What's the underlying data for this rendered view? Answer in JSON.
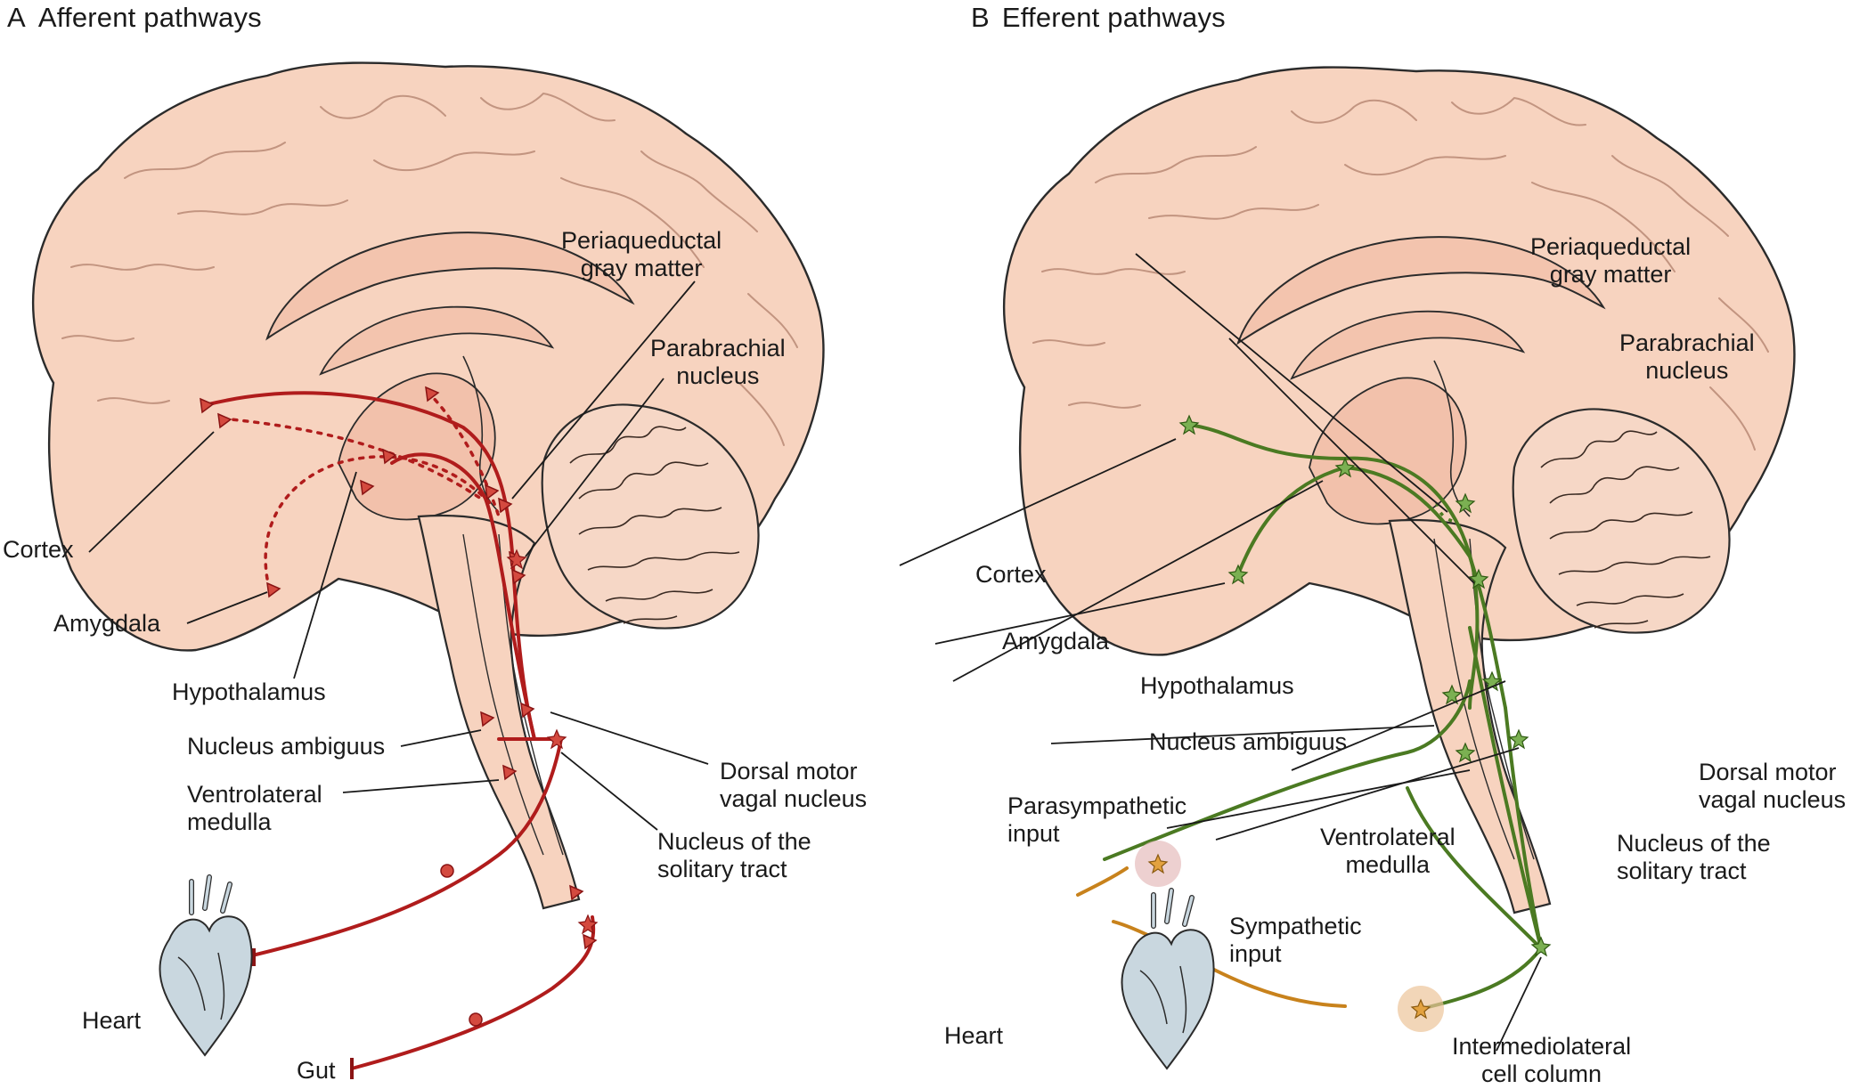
{
  "colors": {
    "brain_fill": "#f7d3bf",
    "brain_stroke": "#2b2b2b",
    "afferent": "#b01c1c",
    "efferent": "#4b7a22",
    "autonomic": "#c8821c",
    "heart_fill": "#c9d7df"
  },
  "panels": {
    "A": {
      "letter": "A",
      "title": "Afferent pathways",
      "labels": {
        "periaqueductal": [
          "Periaqueductal",
          "gray matter"
        ],
        "parabrachial": [
          "Parabrachial",
          "nucleus"
        ],
        "cortex": "Cortex",
        "amygdala": "Amygdala",
        "hypothalamus": "Hypothalamus",
        "nucleus_ambiguus": "Nucleus ambiguus",
        "ventrolateral": [
          "Ventrolateral",
          "medulla"
        ],
        "dorsal_motor": [
          "Dorsal motor",
          "vagal nucleus"
        ],
        "solitary": [
          "Nucleus of the",
          "solitary tract"
        ],
        "heart": "Heart",
        "gut": "Gut"
      }
    },
    "B": {
      "letter": "B",
      "title": "Efferent pathways",
      "labels": {
        "periaqueductal": [
          "Periaqueductal",
          "gray matter"
        ],
        "parabrachial": [
          "Parabrachial",
          "nucleus"
        ],
        "cortex": "Cortex",
        "amygdala": "Amygdala",
        "hypothalamus": "Hypothalamus",
        "nucleus_ambiguus": "Nucleus ambiguus",
        "ventrolateral": [
          "Ventrolateral",
          "medulla"
        ],
        "dorsal_motor": [
          "Dorsal motor",
          "vagal nucleus"
        ],
        "solitary": [
          "Nucleus of the",
          "solitary tract"
        ],
        "parasympathetic": [
          "Parasympathetic",
          "input"
        ],
        "sympathetic": [
          "Sympathetic",
          "input"
        ],
        "intermediolateral": [
          "Intermediolateral",
          "cell column"
        ],
        "heart": "Heart"
      }
    }
  }
}
